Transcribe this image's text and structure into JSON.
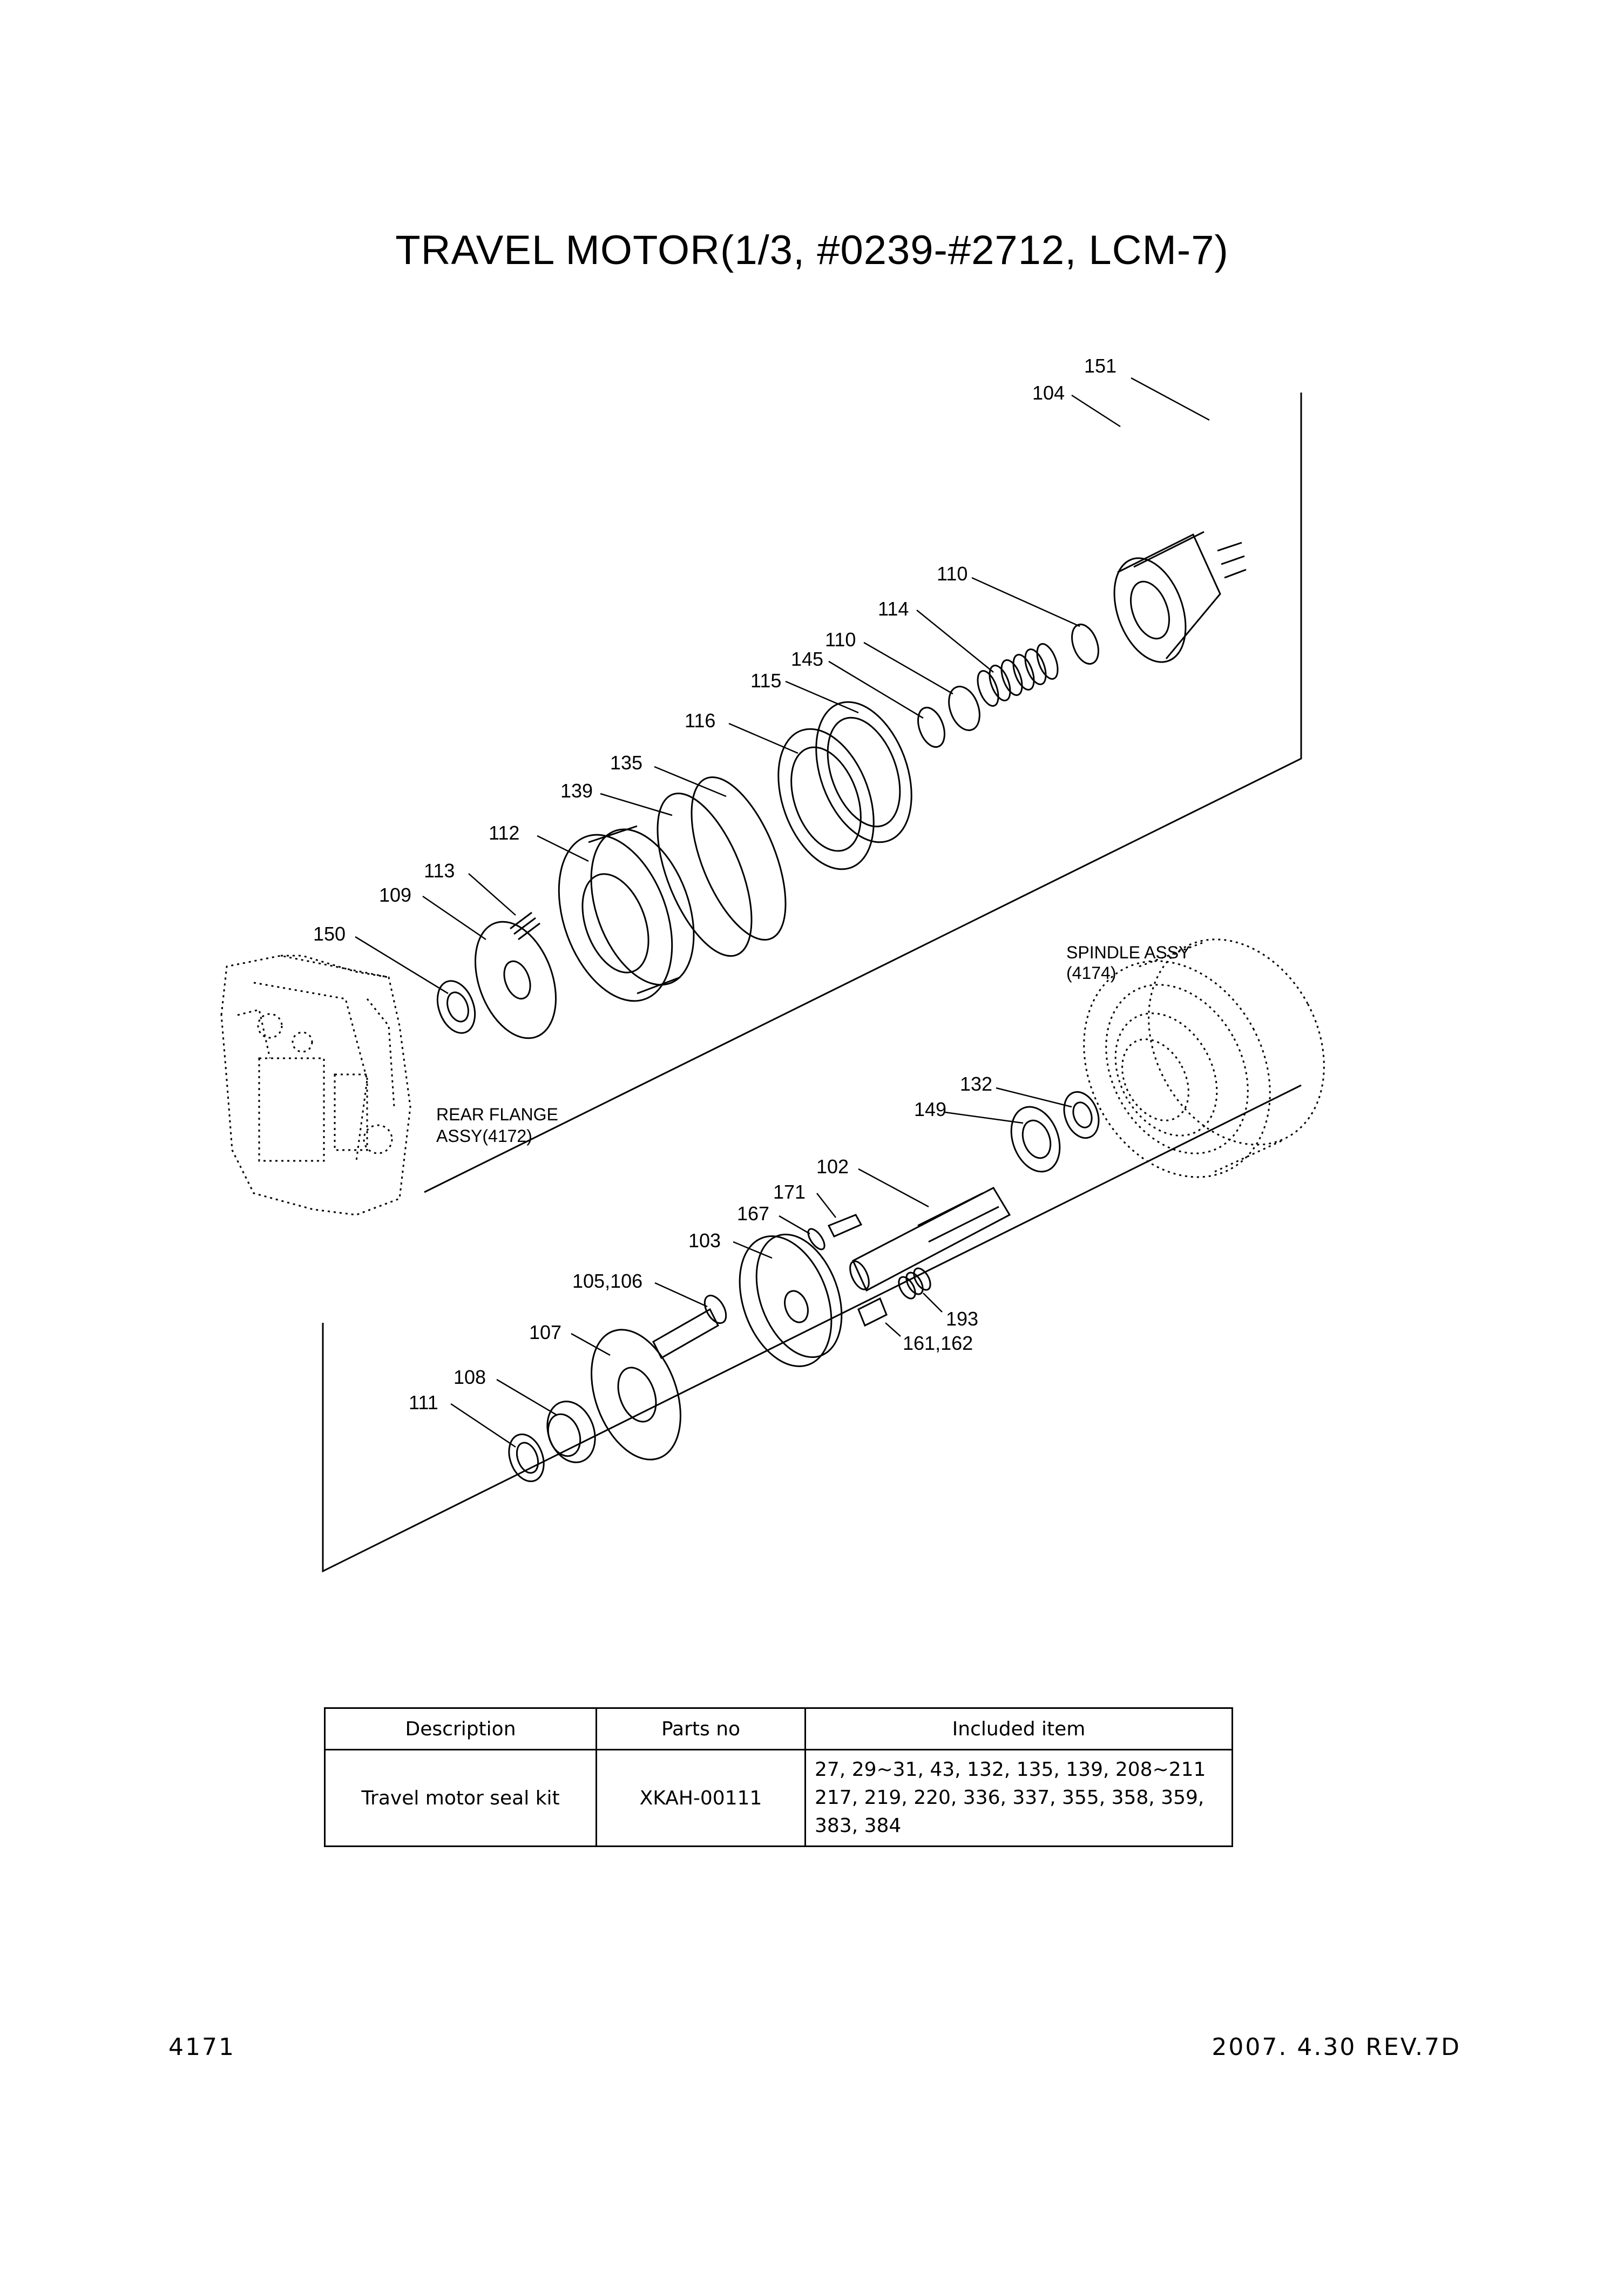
{
  "title": "TRAVEL MOTOR(1/3, #0239-#2712, LCM-7)",
  "callouts": {
    "p151": "151",
    "p104": "104",
    "p110a": "110",
    "p114": "114",
    "p110b": "110",
    "p145": "145",
    "p115": "115",
    "p116": "116",
    "p135": "135",
    "p139": "139",
    "p112": "112",
    "p113": "113",
    "p109": "109",
    "p150": "150",
    "p132": "132",
    "p149": "149",
    "p102": "102",
    "p171": "171",
    "p167": "167",
    "p103": "103",
    "p105_106": "105,106",
    "p107": "107",
    "p108": "108",
    "p111": "111",
    "p193": "193",
    "p161_162": "161,162"
  },
  "assemblies": {
    "rear_flange_line1": "REAR FLANGE",
    "rear_flange_line2": "ASSY(4172)",
    "spindle_line1": "SPINDLE ASSY",
    "spindle_line2": "(4174)"
  },
  "table": {
    "headers": [
      "Description",
      "Parts no",
      "Included item"
    ],
    "rows": [
      {
        "description": "Travel motor seal kit",
        "parts_no": "XKAH-00111",
        "included_lines": [
          "27, 29~31, 43, 132, 135, 139, 208~211",
          "217, 219, 220, 336, 337, 355, 358, 359,",
          "383, 384"
        ]
      }
    ]
  },
  "footer": {
    "page_number": "4171",
    "revision": "2007. 4.30  REV.7D"
  }
}
